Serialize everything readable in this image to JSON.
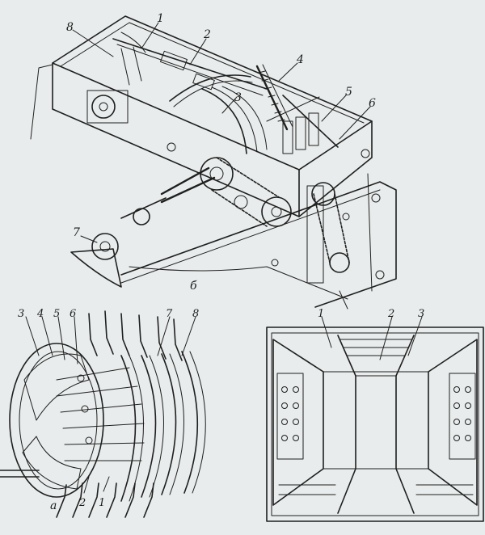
{
  "figure_b": {
    "panel_label": "б",
    "callouts": [
      "8",
      "1",
      "2",
      "3",
      "4",
      "5",
      "6",
      "7"
    ]
  },
  "figure_a": {
    "panel_label": "а",
    "callouts_top": [
      "3",
      "4",
      "5",
      "6",
      "7",
      "8"
    ],
    "callouts_bottom": [
      "2",
      "1"
    ]
  },
  "figure_right": {
    "callouts": [
      "1",
      "2",
      "3"
    ]
  },
  "colors": {
    "background": "#e9ecec",
    "ink": "#1f1f1f"
  }
}
